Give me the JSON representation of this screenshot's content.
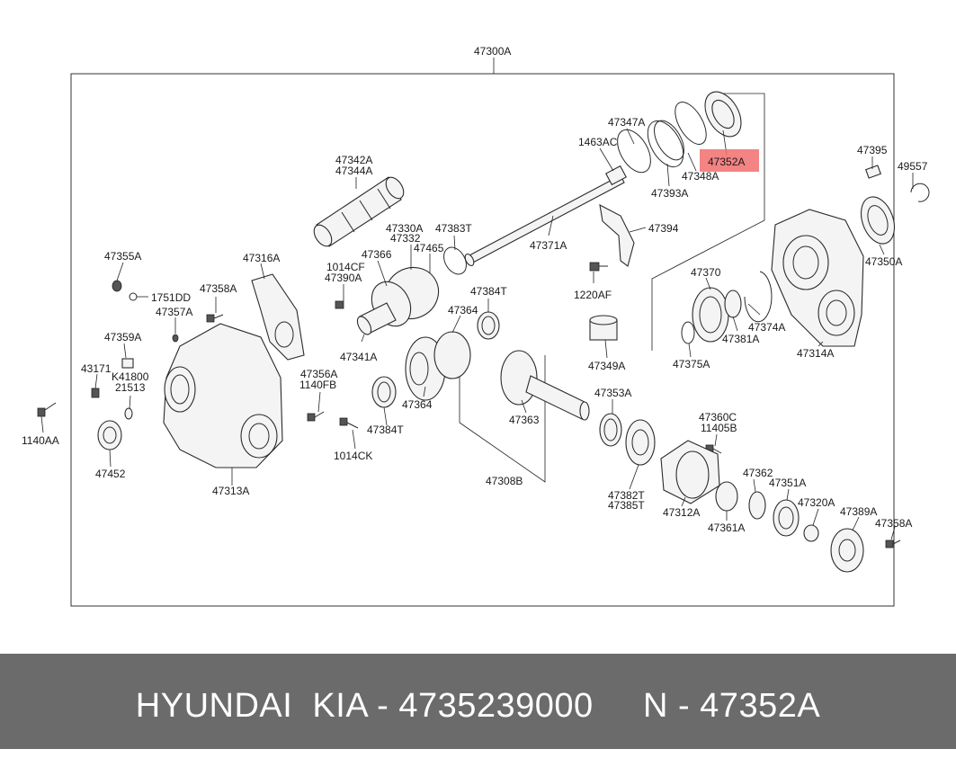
{
  "diagram": {
    "assembly_label": "47300A",
    "highlighted_part": "47352A",
    "highlight_color": "#f26d6d",
    "callouts": [
      "47300A",
      "47347A",
      "1463AC",
      "47352A",
      "47348A",
      "47393A",
      "47395",
      "49557",
      "47342A",
      "47344A",
      "47330A",
      "47332",
      "47383T",
      "47394",
      "47371A",
      "47366",
      "47465",
      "1014CF",
      "47390A",
      "47384T",
      "47364",
      "47341A",
      "1220AF",
      "47370",
      "47350A",
      "47355A",
      "47316A",
      "1751DD",
      "47358A",
      "47357A",
      "47359A",
      "43171",
      "K41800",
      "21513",
      "47356A",
      "1140FB",
      "47364",
      "47374A",
      "47381A",
      "47375A",
      "47349A",
      "47314A",
      "1140AA",
      "47384T",
      "1014CK",
      "47363",
      "47353A",
      "47360C",
      "11405B",
      "47452",
      "47313A",
      "47308B",
      "47362",
      "47351A",
      "47382T",
      "47385T",
      "47312A",
      "47361A",
      "47320A",
      "47389A",
      "47358A"
    ]
  },
  "footer": {
    "text": "HYUNDAI  KIA - 4735239000     N - 47352A",
    "background": "#6b6b6b"
  }
}
